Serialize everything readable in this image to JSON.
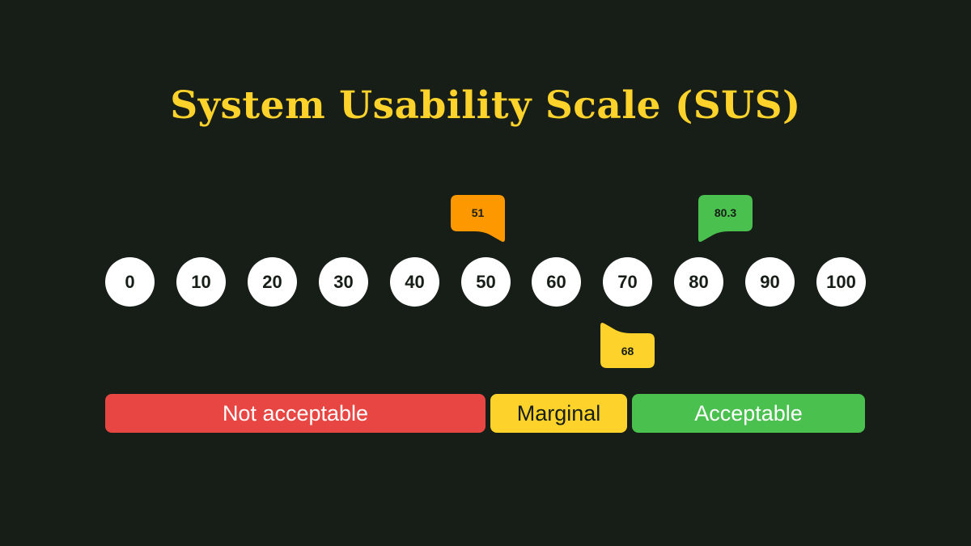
{
  "title": "System Usability Scale (SUS)",
  "colors": {
    "background": "#161e17",
    "title": "#fdd22b",
    "tick_bg": "#ffffff",
    "not_acceptable": "#e84642",
    "marginal": "#fdd22b",
    "acceptable": "#4ac04f",
    "callout_low": "#fd9800",
    "callout_avg": "#fdd22b",
    "callout_high": "#4ac04f"
  },
  "scale": {
    "ticks": [
      "0",
      "10",
      "20",
      "30",
      "40",
      "50",
      "60",
      "70",
      "80",
      "90",
      "100"
    ]
  },
  "callouts": [
    {
      "value": "51",
      "color": "#fd9800",
      "position": "above",
      "tail": "bottom-right"
    },
    {
      "value": "68",
      "color": "#fdd22b",
      "position": "below",
      "tail": "top-left"
    },
    {
      "value": "80.3",
      "color": "#4ac04f",
      "position": "above",
      "tail": "bottom-left"
    }
  ],
  "bands": [
    {
      "label": "Not acceptable",
      "range": [
        0,
        50
      ],
      "color": "#e84642",
      "text_color": "#ffffff"
    },
    {
      "label": "Marginal",
      "range": [
        50,
        70
      ],
      "color": "#fdd22b",
      "text_color": "#161e17"
    },
    {
      "label": "Acceptable",
      "range": [
        70,
        100
      ],
      "color": "#4ac04f",
      "text_color": "#ffffff"
    }
  ],
  "chart_data": {
    "type": "scale",
    "title": "System Usability Scale (SUS)",
    "axis": {
      "min": 0,
      "max": 100,
      "ticks": [
        0,
        10,
        20,
        30,
        40,
        50,
        60,
        70,
        80,
        90,
        100
      ]
    },
    "markers": [
      {
        "label": "51",
        "value": 51
      },
      {
        "label": "68",
        "value": 68
      },
      {
        "label": "80.3",
        "value": 80.3
      }
    ],
    "ranges": [
      {
        "label": "Not acceptable",
        "from": 0,
        "to": 50
      },
      {
        "label": "Marginal",
        "from": 50,
        "to": 70
      },
      {
        "label": "Acceptable",
        "from": 70,
        "to": 100
      }
    ]
  }
}
